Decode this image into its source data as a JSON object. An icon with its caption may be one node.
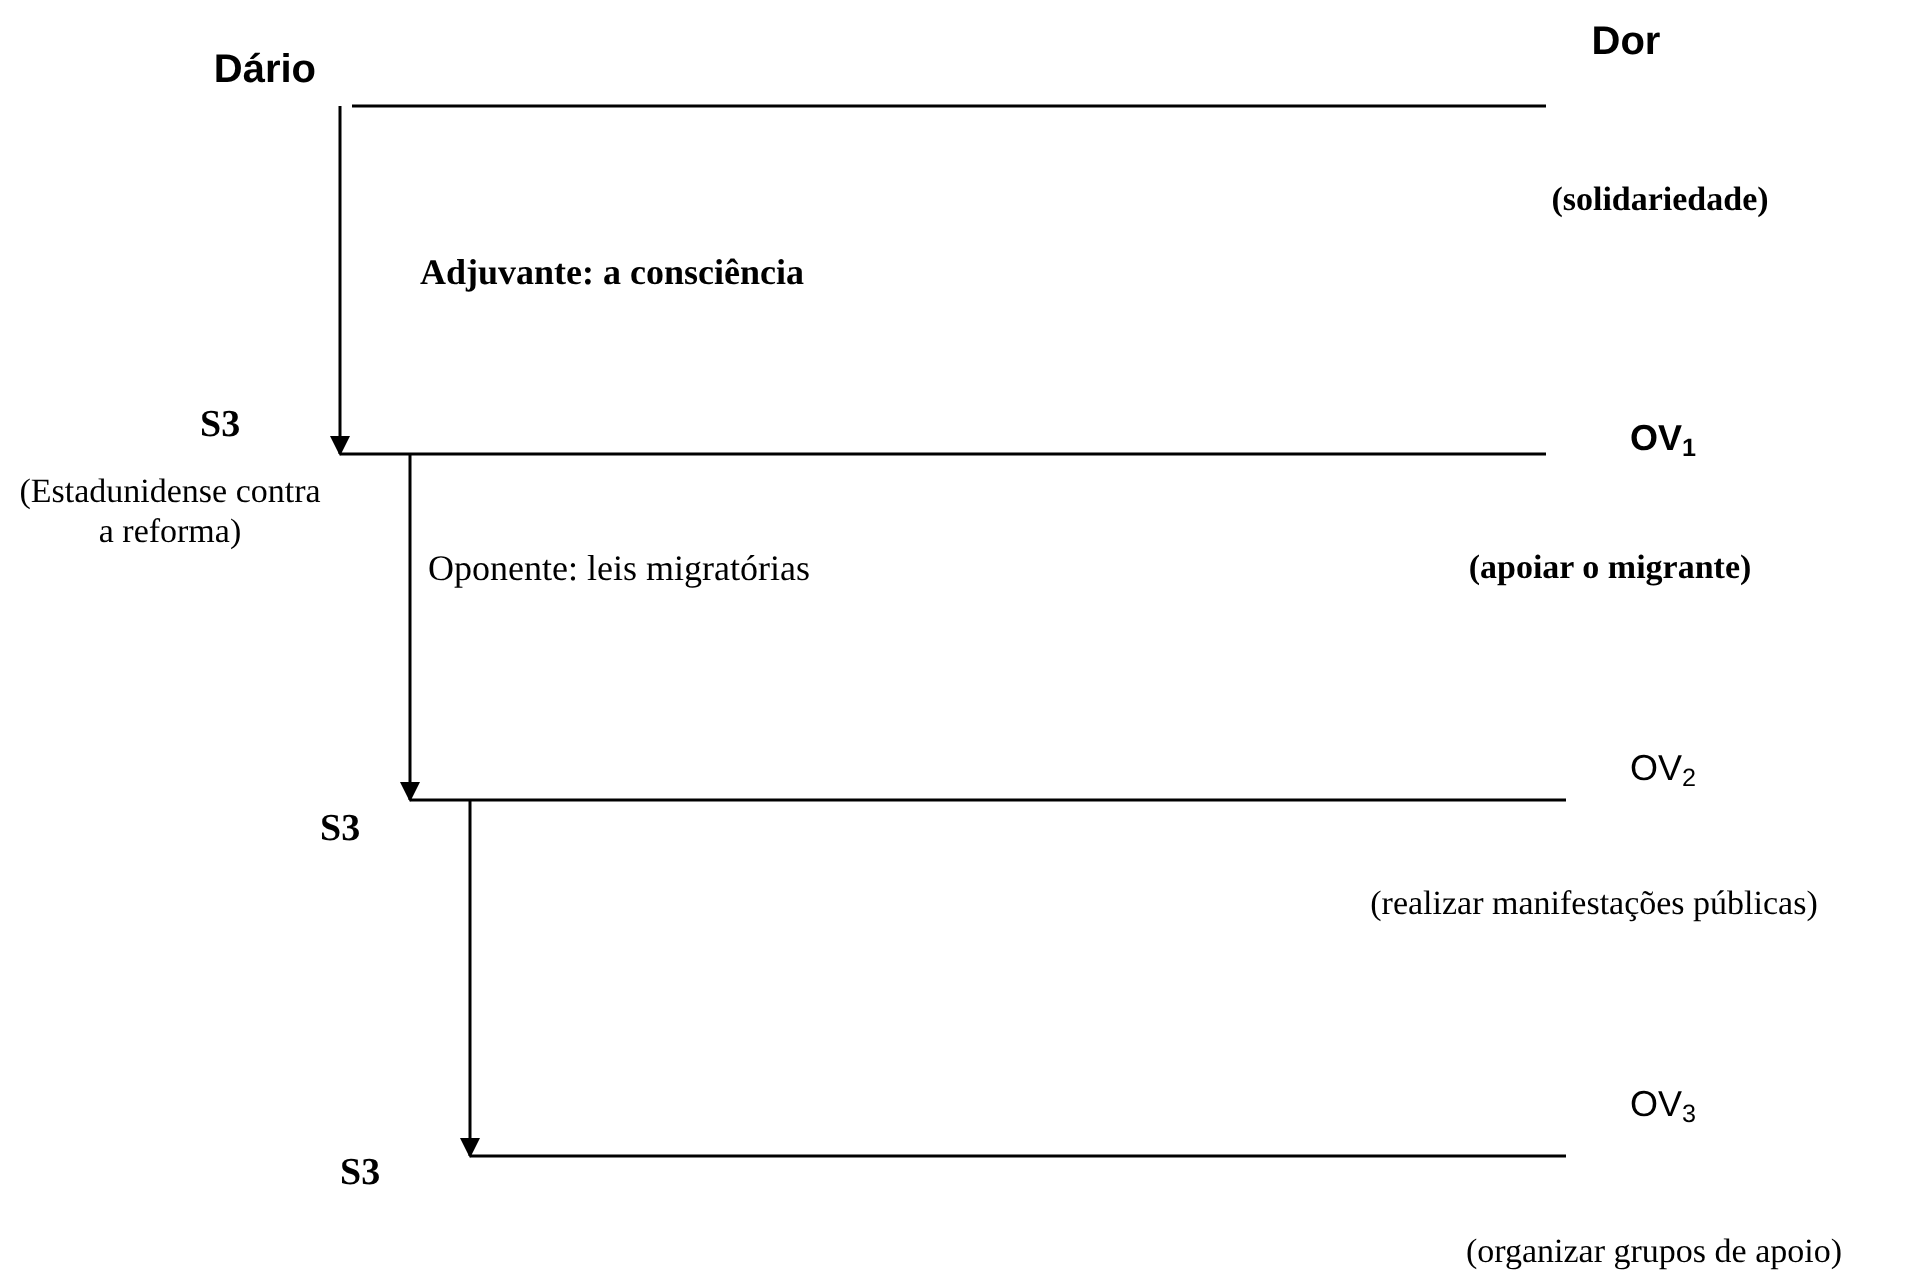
{
  "diagram": {
    "nodes": [
      {
        "text": [
          "Dário"
        ]
      },
      {
        "text": [
          "Dor"
        ],
        "beside": [
          "(solidariedade)"
        ]
      },
      {
        "text": [
          "S3"
        ],
        "beside": [
          "(Estadunidense contra a reforma)"
        ]
      },
      {
        "text": [
          "OV$_{1}$"
        ],
        "beside": [
          "(apoiar o migrante)"
        ]
      },
      {
        "text": [
          "S3"
        ]
      },
      {
        "text": [
          "OV$_{2}$"
        ],
        "beside": [
          "(realizar manifestações públicas)"
        ]
      },
      {
        "text": [
          "S3"
        ]
      },
      {
        "text": [
          "OV$_{3}$"
        ],
        "beside": [
          "(organizar grupos de apoio)"
        ]
      }
    ],
    "edges": [
      {
        "from": 0,
        "to": 1,
        "arrow": "none"
      },
      {
        "from": 0,
        "to": 2,
        "arrow": "to",
        "label": "Adjuvante: a consciência"
      },
      {
        "from": 2,
        "to": 3,
        "arrow": "none"
      },
      {
        "from": 2,
        "to": 4,
        "arrow": "to",
        "label": "Oponente: leis migratórias"
      },
      {
        "from": 4,
        "to": 5,
        "arrow": "none"
      },
      {
        "from": 4,
        "to": 6,
        "arrow": "to"
      },
      {
        "from": 6,
        "to": 7,
        "arrow": "none"
      }
    ]
  }
}
